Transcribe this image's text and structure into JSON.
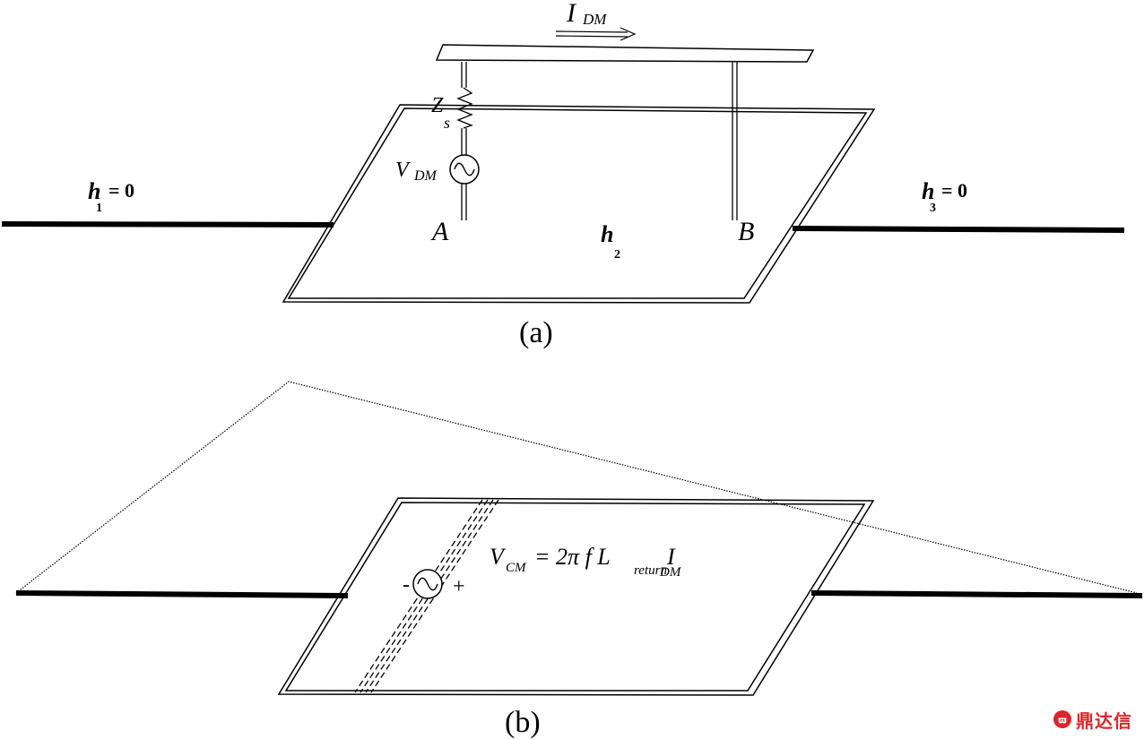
{
  "figure_a": {
    "caption": "(a)",
    "current_label_main": "I",
    "current_label_sub": "DM",
    "impedance_main": "Z",
    "impedance_sub": "s",
    "source_main": "V",
    "source_sub": "DM",
    "node_a": "A",
    "node_b": "B",
    "h1_main": "h",
    "h1_sub": "1",
    "h1_eq": "= 0",
    "h2_main": "h",
    "h2_sub": "2",
    "h3_main": "h",
    "h3_sub": "3",
    "h3_eq": "= 0"
  },
  "figure_b": {
    "caption": "(b)",
    "minus_sign": "-",
    "plus_sign": "+",
    "eq_v": "V",
    "eq_v_sub": "CM",
    "eq_mid": "= 2π f L",
    "eq_l_sub": "return",
    "eq_i": "I",
    "eq_i_sub": "DM"
  },
  "watermark": {
    "text": "鼎达信",
    "color": "#d8282c"
  }
}
